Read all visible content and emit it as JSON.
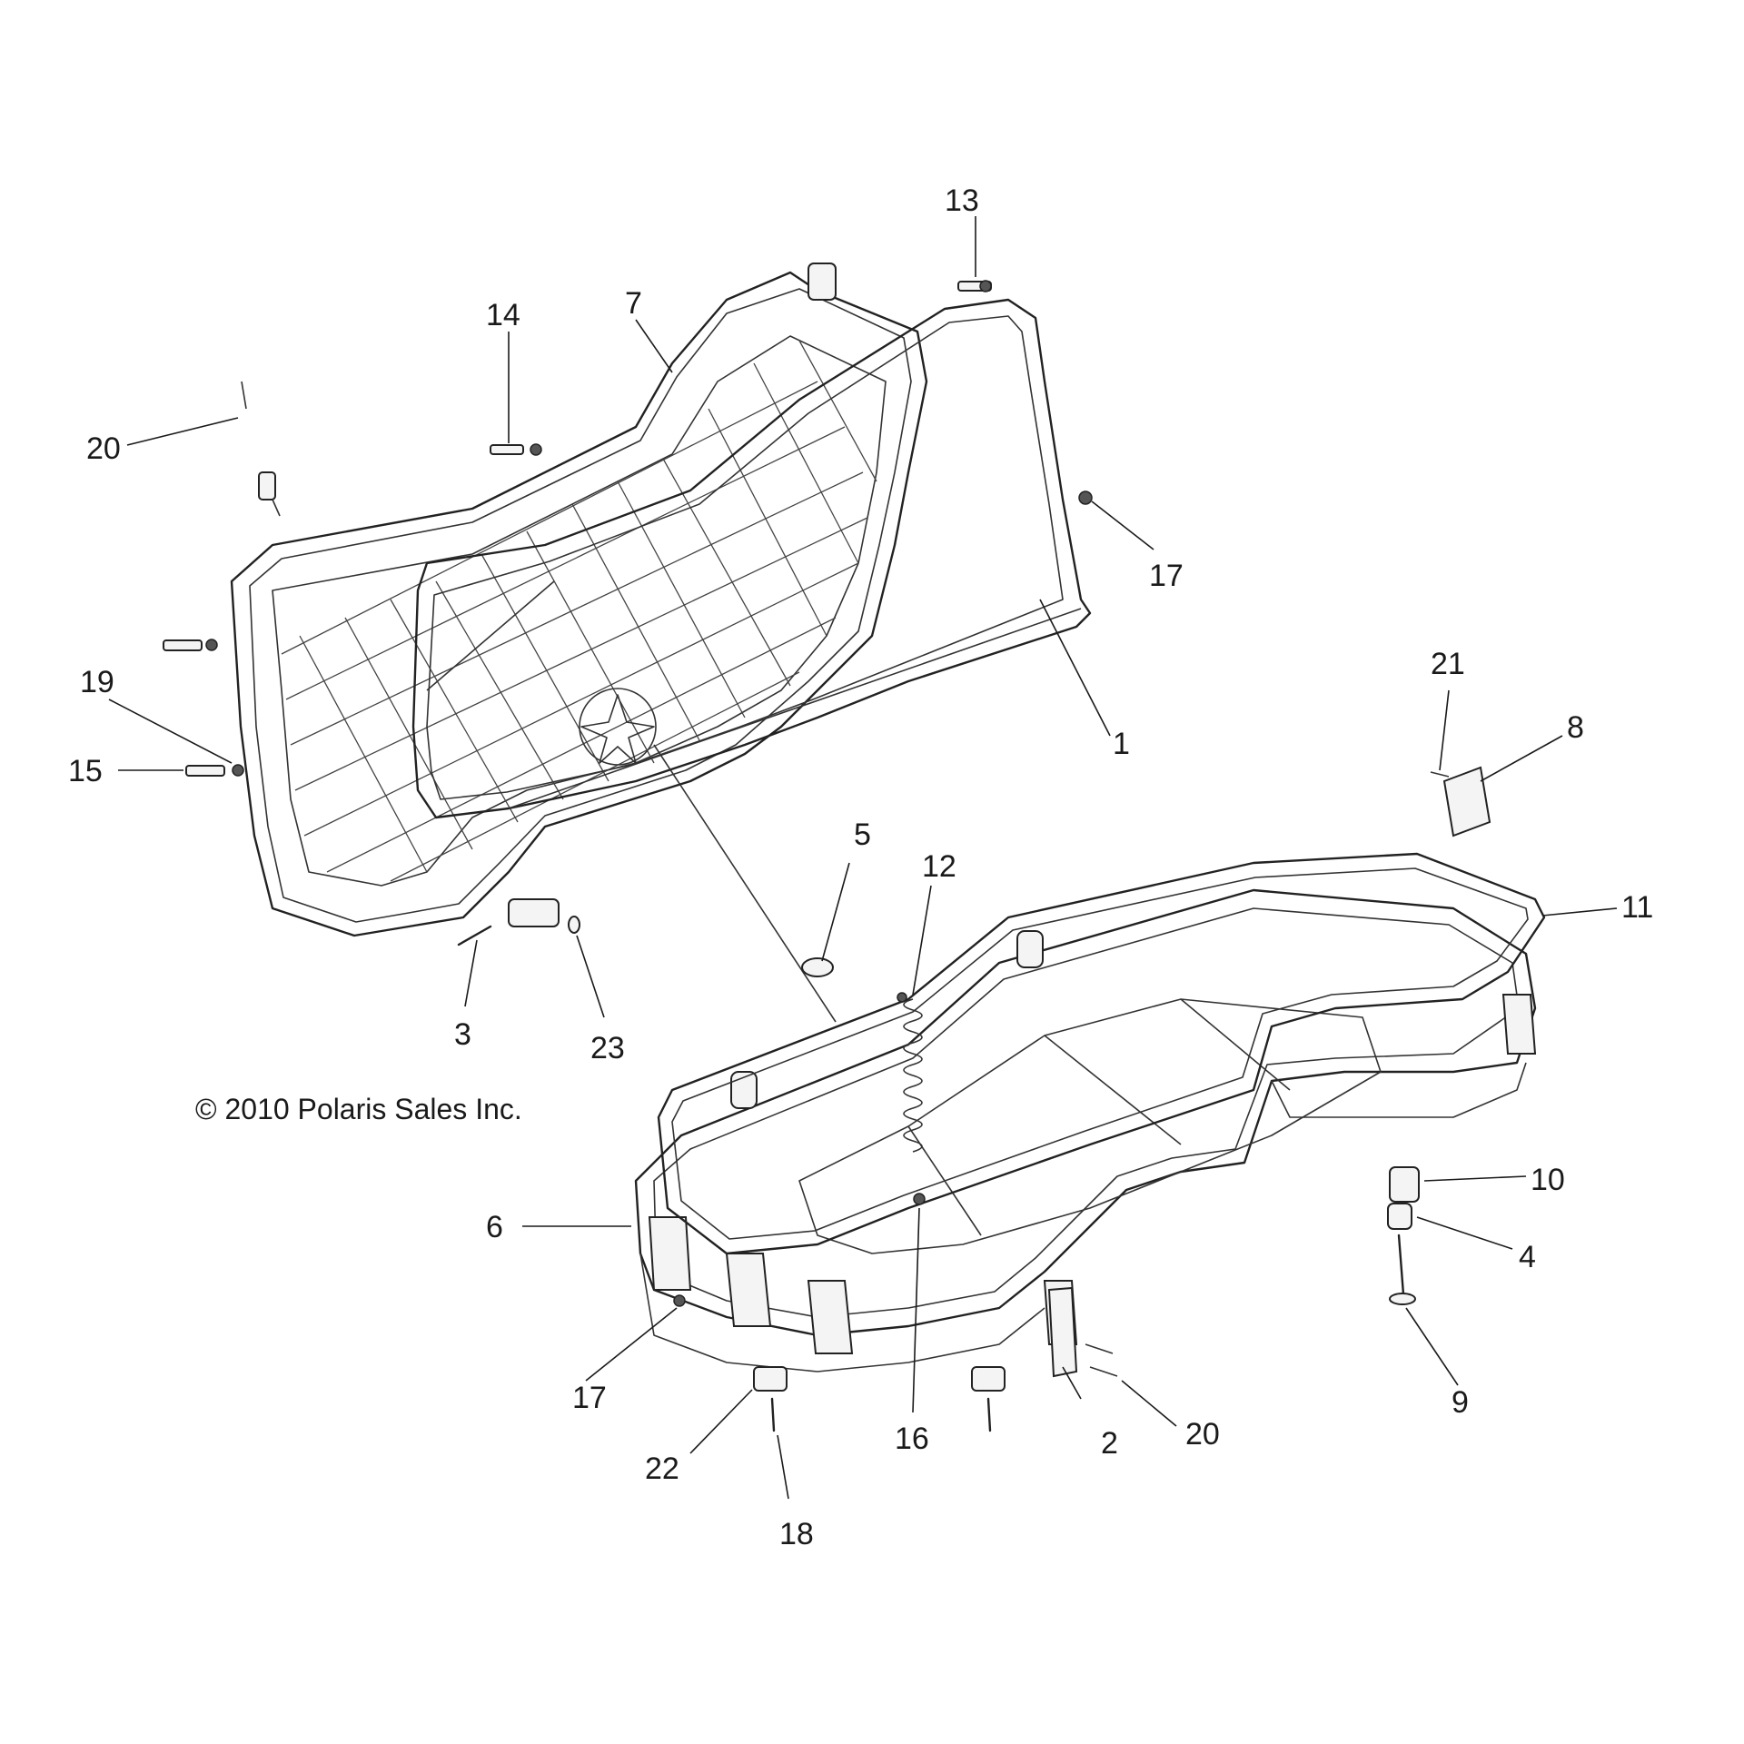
{
  "copyright": "© 2010 Polaris Sales Inc.",
  "callouts": [
    {
      "id": "1",
      "text": "1"
    },
    {
      "id": "2",
      "text": "2"
    },
    {
      "id": "3",
      "text": "3"
    },
    {
      "id": "4",
      "text": "4"
    },
    {
      "id": "5",
      "text": "5"
    },
    {
      "id": "6",
      "text": "6"
    },
    {
      "id": "7",
      "text": "7"
    },
    {
      "id": "8",
      "text": "8"
    },
    {
      "id": "9",
      "text": "9"
    },
    {
      "id": "10",
      "text": "10"
    },
    {
      "id": "11",
      "text": "11"
    },
    {
      "id": "12",
      "text": "12"
    },
    {
      "id": "13",
      "text": "13"
    },
    {
      "id": "14",
      "text": "14"
    },
    {
      "id": "15",
      "text": "15"
    },
    {
      "id": "16",
      "text": "16"
    },
    {
      "id": "17a",
      "text": "17"
    },
    {
      "id": "17b",
      "text": "17"
    },
    {
      "id": "18",
      "text": "18"
    },
    {
      "id": "19",
      "text": "19"
    },
    {
      "id": "20a",
      "text": "20"
    },
    {
      "id": "20b",
      "text": "20"
    },
    {
      "id": "21",
      "text": "21"
    },
    {
      "id": "22",
      "text": "22"
    },
    {
      "id": "23",
      "text": "23"
    }
  ]
}
